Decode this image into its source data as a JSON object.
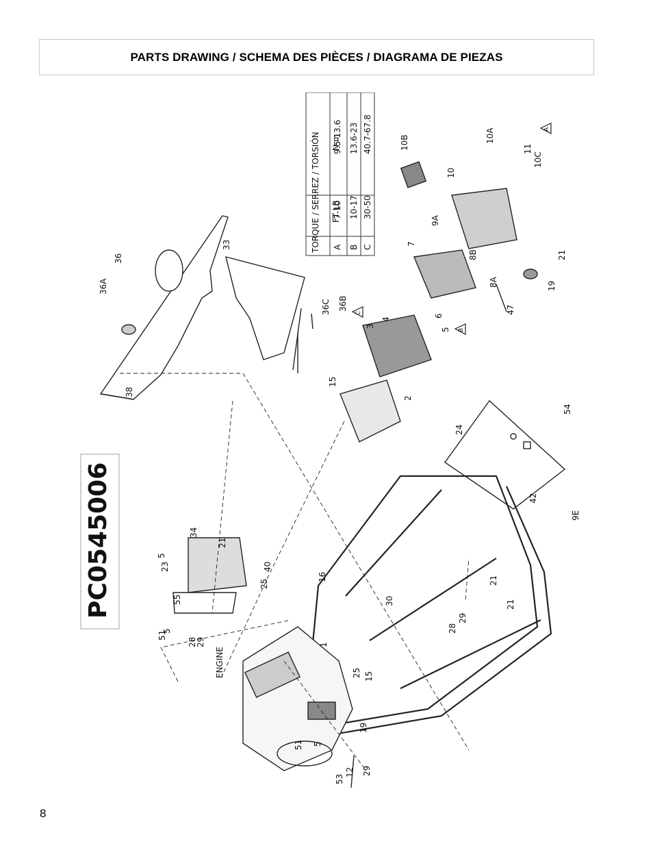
{
  "header": {
    "title": "PARTS DRAWING / SCHEMA DES PIÈCES / DIAGRAMA DE PIEZAS"
  },
  "model_number": "PC0545006",
  "page_number": "8",
  "torque_table": {
    "headers": [
      "TORQUE / SERREZ / TORSIÓN",
      "FT LB",
      "N·m"
    ],
    "rows": [
      {
        "symbol": "A",
        "ftlb": "7-10",
        "nm": "9.5-13.6"
      },
      {
        "symbol": "B",
        "ftlb": "10-17",
        "nm": "13.6-23"
      },
      {
        "symbol": "C",
        "ftlb": "30-50",
        "nm": "40.7-67.8"
      }
    ]
  },
  "engine_label": "ENGINE",
  "callouts": {
    "c36A": "36A",
    "c36": "36",
    "c33": "33",
    "c36C": "36C",
    "c36B": "36B",
    "c38": "38",
    "c15a": "15",
    "c3": "3",
    "c4": "4",
    "c2": "2",
    "c5a": "5",
    "c6": "6",
    "c7": "7",
    "c9A": "9A",
    "c8B": "8B",
    "c8A": "8A",
    "c47": "47",
    "c19a": "19",
    "c21a": "21",
    "c10": "10",
    "c10B": "10B",
    "c10A": "10A",
    "c11": "11",
    "c10C": "10C",
    "c24": "24",
    "c54": "54",
    "c42": "42",
    "c9E": "9E",
    "c16": "16",
    "c30": "30",
    "c21b": "21",
    "c21c": "21",
    "c28a": "28",
    "c29a": "29",
    "c34": "34",
    "c21d": "21",
    "c23": "23",
    "c5b": "5",
    "c55": "55",
    "c51a": "51",
    "c5c": "5",
    "c28b": "28",
    "c29b": "29",
    "c25a": "25",
    "c40": "40",
    "c1": "1",
    "c25b": "25",
    "c15b": "15",
    "c19b": "19",
    "c51b": "51",
    "c5d": "5",
    "c53": "53",
    "c12": "12",
    "c29c": "29"
  },
  "triangle_marks": {
    "A": "A",
    "B": "B",
    "C": "C"
  }
}
